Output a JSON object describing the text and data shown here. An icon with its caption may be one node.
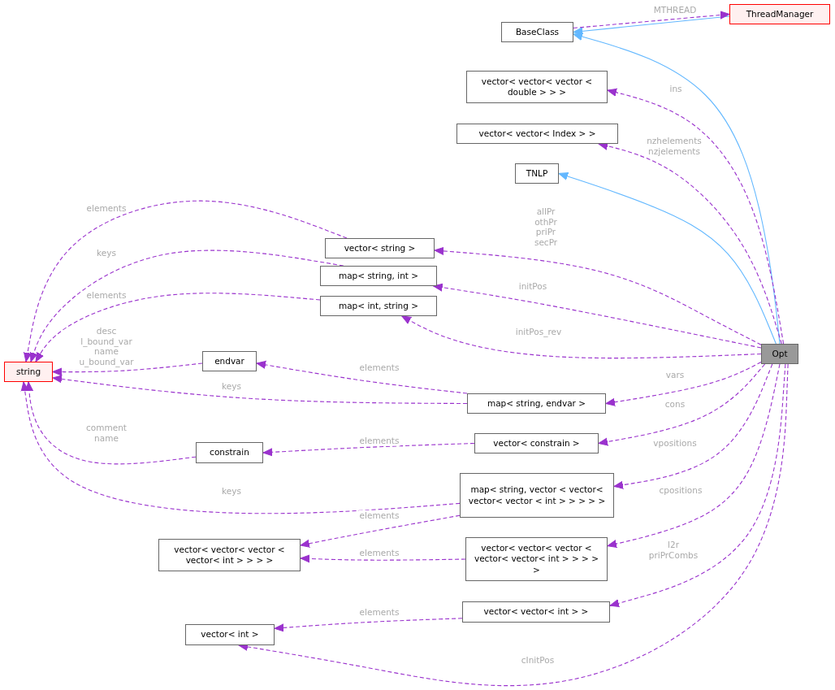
{
  "diagram": {
    "nodes": [
      {
        "text": [
          "BaseClass"
        ]
      },
      {
        "text": [
          "ThreadManager"
        ]
      },
      {
        "text": [
          "vector< vector< vector < double > > >"
        ]
      },
      {
        "text": [
          "vector< vector< Index > >"
        ]
      },
      {
        "text": [
          "TNLP"
        ]
      },
      {
        "text": [
          "vector< string >"
        ]
      },
      {
        "text": [
          "map< string, int >"
        ]
      },
      {
        "text": [
          "map< int, string >"
        ]
      },
      {
        "text": [
          "string"
        ]
      },
      {
        "text": [
          "endvar"
        ]
      },
      {
        "text": [
          "map< string, endvar >"
        ]
      },
      {
        "text": [
          "Opt"
        ]
      },
      {
        "text": [
          "constrain"
        ]
      },
      {
        "text": [
          "vector< constrain >"
        ]
      },
      {
        "text": [
          "map< string, vector < vector< vector< vector < int > > > > >"
        ]
      },
      {
        "text": [
          "vector< vector< vector < vector< int > > > >"
        ]
      },
      {
        "text": [
          "vector< vector< vector < vector< vector< int > > > > >"
        ]
      },
      {
        "text": [
          "vector< vector< int > >"
        ]
      },
      {
        "text": [
          "vector< int >"
        ]
      }
    ],
    "edges": [
      {
        "from": 1,
        "to": 0,
        "arrow": "to",
        "color": "#63b8ff"
      },
      {
        "from": 0,
        "to": 1,
        "arrow": "to",
        "style": "dashed",
        "label": "MTHREAD"
      },
      {
        "from": 11,
        "to": 0,
        "arrow": "to",
        "color": "#63b8ff"
      },
      {
        "from": 11,
        "to": 2,
        "arrow": "to",
        "style": "dashed",
        "label": "ins"
      },
      {
        "from": 11,
        "to": 3,
        "arrow": "to",
        "style": "dashed",
        "label": "nzhelements nzjelements"
      },
      {
        "from": 11,
        "to": 4,
        "arrow": "to",
        "color": "#63b8ff"
      },
      {
        "from": 11,
        "to": 5,
        "arrow": "to",
        "style": "dashed",
        "label": "allPr othPr priPr secPr"
      },
      {
        "from": 11,
        "to": 6,
        "arrow": "to",
        "style": "dashed",
        "label": "initPos"
      },
      {
        "from": 11,
        "to": 7,
        "arrow": "to",
        "style": "dashed",
        "label": "initPos_rev"
      },
      {
        "from": 11,
        "to": 10,
        "arrow": "to",
        "style": "dashed",
        "label": "vars"
      },
      {
        "from": 11,
        "to": 13,
        "arrow": "to",
        "style": "dashed",
        "label": "cons"
      },
      {
        "from": 11,
        "to": 14,
        "arrow": "to",
        "style": "dashed",
        "label": "vpositions"
      },
      {
        "from": 11,
        "to": 16,
        "arrow": "to",
        "style": "dashed",
        "label": "cpositions"
      },
      {
        "from": 11,
        "to": 17,
        "arrow": "to",
        "style": "dashed",
        "label": "l2r priPrCombs"
      },
      {
        "from": 11,
        "to": 18,
        "arrow": "to",
        "style": "dashed",
        "label": "cInitPos"
      },
      {
        "from": 5,
        "to": 8,
        "arrow": "to",
        "style": "dashed",
        "label": "elements"
      },
      {
        "from": 6,
        "to": 8,
        "arrow": "to",
        "style": "dashed",
        "label": "keys"
      },
      {
        "from": 7,
        "to": 8,
        "arrow": "to",
        "style": "dashed",
        "label": "elements"
      },
      {
        "from": 9,
        "to": 8,
        "arrow": "to",
        "style": "dashed",
        "label": "desc l_bound_var name u_bound_var"
      },
      {
        "from": 10,
        "to": 9,
        "arrow": "to",
        "style": "dashed",
        "label": "elements"
      },
      {
        "from": 10,
        "to": 8,
        "arrow": "to",
        "style": "dashed",
        "label": "keys"
      },
      {
        "from": 12,
        "to": 8,
        "arrow": "to",
        "style": "dashed",
        "label": "comment name"
      },
      {
        "from": 13,
        "to": 12,
        "arrow": "to",
        "style": "dashed",
        "label": "elements"
      },
      {
        "from": 14,
        "to": 8,
        "arrow": "to",
        "style": "dashed",
        "label": "keys"
      },
      {
        "from": 14,
        "to": 15,
        "arrow": "to",
        "style": "dashed",
        "label": "elements"
      },
      {
        "from": 16,
        "to": 15,
        "arrow": "to",
        "style": "dashed",
        "label": "elements"
      },
      {
        "from": 17,
        "to": 18,
        "arrow": "to",
        "style": "dashed",
        "label": "elements"
      }
    ]
  }
}
